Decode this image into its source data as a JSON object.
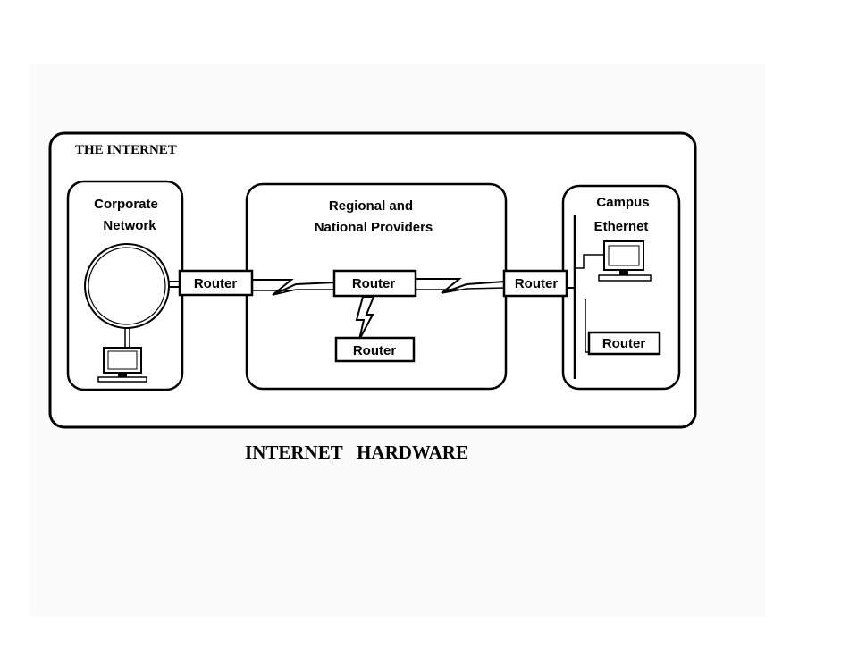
{
  "diagram": {
    "internet_label": "THE  INTERNET",
    "caption": "INTERNET   HARDWARE",
    "corporate": {
      "line1": "Corporate",
      "line2": "Network"
    },
    "regional": {
      "line1": "Regional and",
      "line2": "National  Providers"
    },
    "campus": {
      "line1": "Campus",
      "line2": "Ethernet"
    },
    "routers": {
      "left": "Router",
      "center": "Router",
      "center_lower": "Router",
      "right": "Router",
      "campus": "Router"
    }
  }
}
